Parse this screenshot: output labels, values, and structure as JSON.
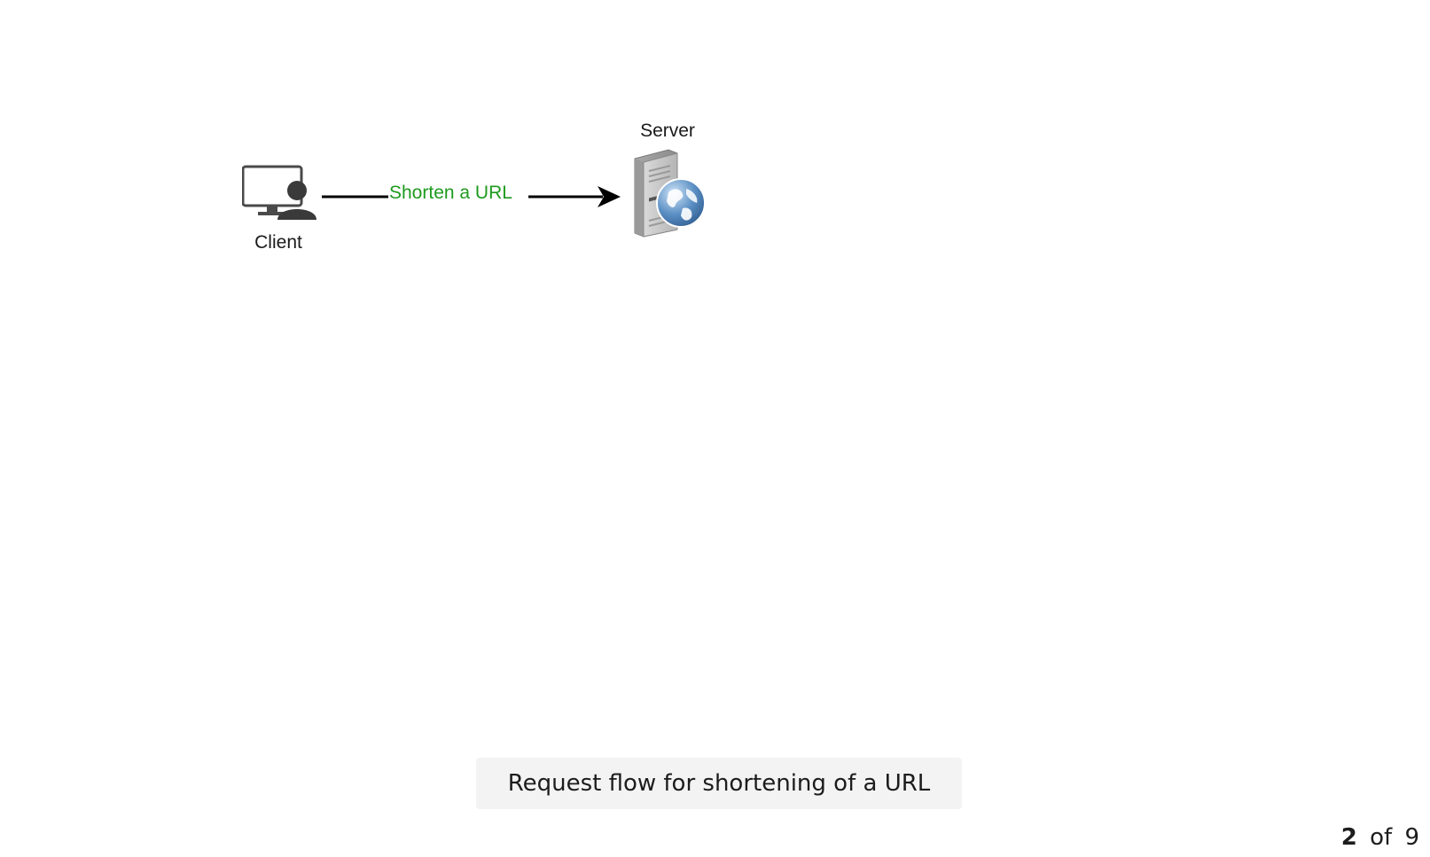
{
  "diagram": {
    "nodes": {
      "client": {
        "label": "Client",
        "icon": "client-computer-user-icon"
      },
      "server": {
        "label": "Server",
        "icon": "web-server-globe-icon"
      }
    },
    "edge": {
      "from": "Client",
      "to": "Server",
      "label": "Shorten a URL",
      "label_color": "#1e9a1e"
    }
  },
  "caption": {
    "text": "Request flow for shortening of a URL"
  },
  "pager": {
    "current": "2",
    "separator": "of",
    "total": "9"
  }
}
